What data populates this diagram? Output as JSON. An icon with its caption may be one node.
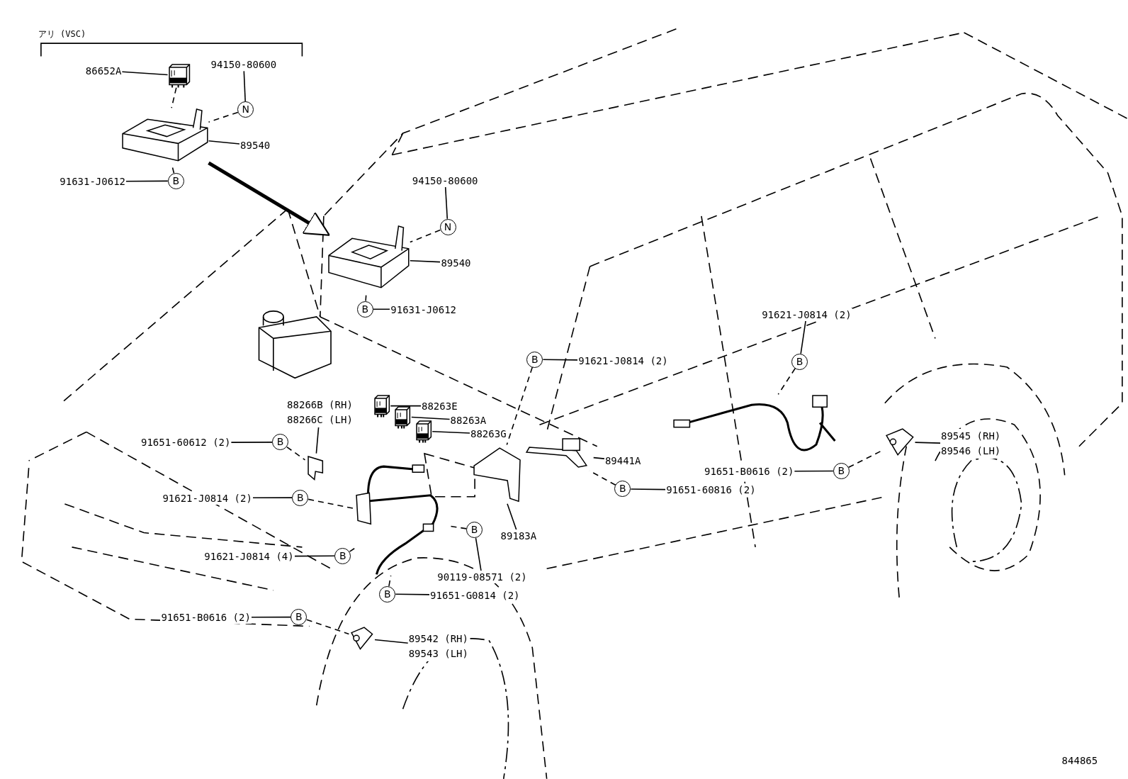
{
  "diagram": {
    "nodes": [
      {
        "text": [
          "86652A"
        ]
      },
      {
        "text": [],
        "shape": "picture"
      },
      {
        "text": [
          "94150-80600"
        ]
      },
      {
        "text": [
          "N"
        ]
      },
      {
        "text": [],
        "shape": "picture"
      },
      {
        "text": [
          "89540"
        ]
      },
      {
        "text": [
          "91631-J0612"
        ]
      },
      {
        "text": [
          "B"
        ]
      },
      {
        "text": [
          "94150-80600"
        ]
      },
      {
        "text": [
          "N"
        ]
      },
      {
        "text": [],
        "shape": "picture"
      },
      {
        "text": [
          "89540"
        ]
      },
      {
        "text": [
          "B"
        ]
      },
      {
        "text": [
          "91631-J0612"
        ]
      },
      {
        "text": [
          "B"
        ]
      },
      {
        "text": [
          "91621-J0814 (2)"
        ]
      },
      {
        "text": [
          "88263E"
        ]
      },
      {
        "text": [],
        "shape": "picture"
      },
      {
        "text": [
          "88263A"
        ]
      },
      {
        "text": [],
        "shape": "picture"
      },
      {
        "text": [
          "88263G"
        ]
      },
      {
        "text": [],
        "shape": "picture"
      },
      {
        "text": [
          "88266B (RH)",
          "88266C (LH)"
        ]
      },
      {
        "text": [],
        "shape": "picture"
      },
      {
        "text": [
          "91651-60612 (2)"
        ]
      },
      {
        "text": [
          "B"
        ]
      },
      {
        "text": [
          "91621-J0814 (2)"
        ]
      },
      {
        "text": [
          "B"
        ]
      },
      {
        "text": [],
        "shape": "picture"
      },
      {
        "text": [
          "91621-J0814 (4)"
        ]
      },
      {
        "text": [
          "B"
        ]
      },
      {
        "text": [
          "B"
        ]
      },
      {
        "text": [
          "90119-08571 (2)"
        ]
      },
      {
        "text": [
          "B"
        ]
      },
      {
        "text": [
          "91651-G0814 (2)"
        ]
      },
      {
        "text": [
          "91651-B0616 (2)"
        ]
      },
      {
        "text": [
          "B"
        ]
      },
      {
        "text": [
          "89542 (RH)",
          "89543 (LH)"
        ]
      },
      {
        "text": [],
        "shape": "picture"
      },
      {
        "text": [
          "89183A"
        ]
      },
      {
        "text": [],
        "shape": "picture"
      },
      {
        "text": [
          "89441A"
        ]
      },
      {
        "text": [
          "B"
        ]
      },
      {
        "text": [
          "91651-60816 (2)"
        ]
      },
      {
        "text": [
          "91621-J0814 (2)"
        ]
      },
      {
        "text": [
          "B"
        ]
      },
      {
        "text": [],
        "shape": "picture"
      },
      {
        "text": [
          "91651-B0616 (2)"
        ]
      },
      {
        "text": [
          "B"
        ]
      },
      {
        "text": [
          "89545 (RH)",
          "89546 (LH)"
        ]
      },
      {
        "text": [],
        "shape": "picture"
      },
      {
        "text": [],
        "shape": "picture"
      }
    ],
    "edges": [
      {
        "from": 0,
        "to": 1,
        "arrow": "none"
      },
      {
        "from": 1,
        "to": 4,
        "arrow": "none",
        "style": "dashed"
      },
      {
        "from": 2,
        "to": 3,
        "arrow": "none"
      },
      {
        "from": 3,
        "to": 4,
        "arrow": "none",
        "style": "dashed"
      },
      {
        "from": 5,
        "to": 4,
        "arrow": "none"
      },
      {
        "from": 6,
        "to": 7,
        "arrow": "none"
      },
      {
        "from": 7,
        "to": 4,
        "arrow": "none",
        "style": "dashed"
      },
      {
        "from": 4,
        "to": 10,
        "arrow": "to",
        "style": "thick"
      },
      {
        "from": 8,
        "to": 9,
        "arrow": "none"
      },
      {
        "from": 9,
        "to": 10,
        "arrow": "none",
        "style": "dashed"
      },
      {
        "from": 11,
        "to": 10,
        "arrow": "none"
      },
      {
        "from": 12,
        "to": 13,
        "arrow": "none"
      },
      {
        "from": 12,
        "to": 10,
        "arrow": "none",
        "style": "dashed"
      },
      {
        "from": 14,
        "to": 15,
        "arrow": "none"
      },
      {
        "from": 14,
        "to": 38,
        "arrow": "none",
        "style": "dashed"
      },
      {
        "from": 16,
        "to": 17,
        "arrow": "none"
      },
      {
        "from": 18,
        "to": 19,
        "arrow": "none"
      },
      {
        "from": 20,
        "to": 21,
        "arrow": "none"
      },
      {
        "from": 22,
        "to": 23,
        "arrow": "none"
      },
      {
        "from": 24,
        "to": 25,
        "arrow": "none"
      },
      {
        "from": 25,
        "to": 23,
        "arrow": "none",
        "style": "dashed"
      },
      {
        "from": 26,
        "to": 27,
        "arrow": "none"
      },
      {
        "from": 27,
        "to": 28,
        "arrow": "none",
        "style": "dashed"
      },
      {
        "from": 29,
        "to": 30,
        "arrow": "none"
      },
      {
        "from": 30,
        "to": 28,
        "arrow": "none",
        "style": "dashed"
      },
      {
        "from": 31,
        "to": 32,
        "arrow": "none"
      },
      {
        "from": 31,
        "to": 28,
        "arrow": "none",
        "style": "dashed"
      },
      {
        "from": 33,
        "to": 34,
        "arrow": "none"
      },
      {
        "from": 33,
        "to": 28,
        "arrow": "none",
        "style": "dashed"
      },
      {
        "from": 35,
        "to": 36,
        "arrow": "none"
      },
      {
        "from": 36,
        "to": 50,
        "arrow": "none",
        "style": "dashed"
      },
      {
        "from": 37,
        "to": 50,
        "arrow": "none"
      },
      {
        "from": 39,
        "to": 38,
        "arrow": "none"
      },
      {
        "from": 41,
        "to": 40,
        "arrow": "none"
      },
      {
        "from": 42,
        "to": 43,
        "arrow": "none"
      },
      {
        "from": 42,
        "to": 40,
        "arrow": "none",
        "style": "dashed"
      },
      {
        "from": 44,
        "to": 45,
        "arrow": "none"
      },
      {
        "from": 45,
        "to": 46,
        "arrow": "none",
        "style": "dashed"
      },
      {
        "from": 47,
        "to": 48,
        "arrow": "none"
      },
      {
        "from": 48,
        "to": 51,
        "arrow": "none",
        "style": "dashed"
      },
      {
        "from": 49,
        "to": 51,
        "arrow": "none"
      }
    ],
    "labels": [
      "アリ (VSC)",
      "844865"
    ]
  }
}
